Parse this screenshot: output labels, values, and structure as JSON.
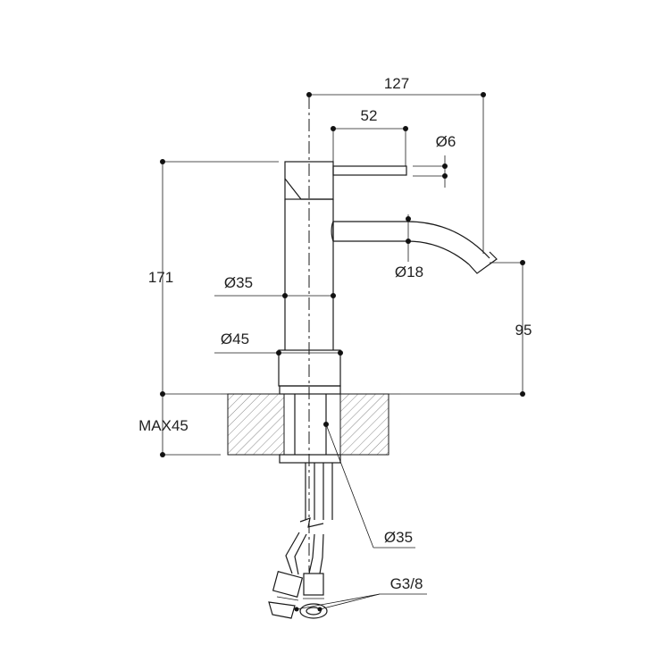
{
  "dimensions": {
    "total_reach": "127",
    "handle_length": "52",
    "handle_diameter": "Ø6",
    "spout_diameter": "Ø18",
    "overall_height": "171",
    "body_diameter": "Ø35",
    "base_diameter": "Ø45",
    "spout_height": "95",
    "max_counter_thickness": "MAX45",
    "shank_diameter": "Ø35",
    "connection_thread": "G3/8"
  }
}
